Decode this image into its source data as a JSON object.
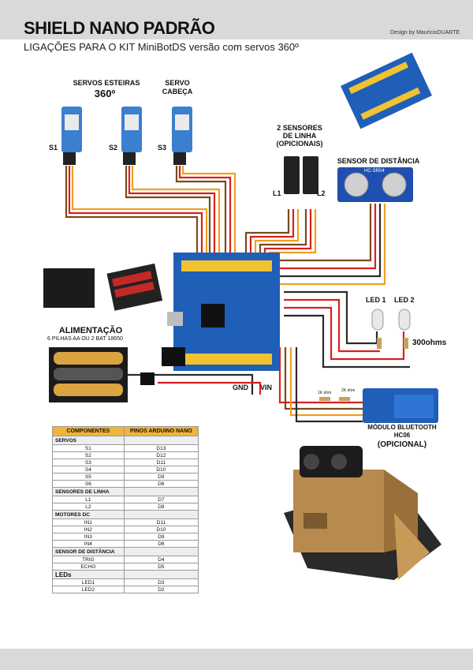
{
  "title": "SHIELD NANO PADRÃO",
  "subtitle": "LIGAÇÕES PARA O KIT MiniBotDS versão com servos 360º",
  "credit": "Design by MauricioDUARTE",
  "labels": {
    "servos_esteiras": "SERVOS ESTEIRAS",
    "servos_360": "360º",
    "servo_cabeca_1": "SERVO",
    "servo_cabeca_2": "CABEÇA",
    "s1": "S1",
    "s2": "S2",
    "s3": "S3",
    "sensores_linha_1": "2 SENSORES",
    "sensores_linha_2": "DE LINHA",
    "sensores_linha_3": "(OPICIONAIS)",
    "l1": "L1",
    "l2": "L2",
    "sensor_distancia": "SENSOR DE DISTÂNCIA",
    "hc_sr04": "HC-SR04",
    "led1": "LED 1",
    "led2": "LED 2",
    "resistor_leds": "300ohms",
    "alimentacao": "ALIMENTAÇÃO",
    "alimentacao_sub": "6 PILHAS AA OU 2 BAT 18650",
    "gnd": "GND",
    "vin": "VIN",
    "r1k": "1K ohm",
    "r2k": "2K ohm",
    "bt_1": "MÓDULO BLUETOOTH",
    "bt_2": "HC06",
    "bt_3": "(OPICIONAL)"
  },
  "table": {
    "header": [
      "COMPONENTES",
      "PINOS ARDUINO NANO"
    ],
    "sections": [
      {
        "name": "SERVOS",
        "rows": [
          [
            "S1",
            "D13"
          ],
          [
            "S2",
            "D12"
          ],
          [
            "S3",
            "D11"
          ],
          [
            "S4",
            "D10"
          ],
          [
            "S5",
            "D9"
          ],
          [
            "S6",
            "D6"
          ]
        ]
      },
      {
        "name": "SENSORES DE LINHA",
        "rows": [
          [
            "L1",
            "D7"
          ],
          [
            "L2",
            "D8"
          ]
        ]
      },
      {
        "name": "MOTORES DC",
        "rows": [
          [
            "IN1",
            "D11"
          ],
          [
            "IN2",
            "D10"
          ],
          [
            "IN3",
            "D9"
          ],
          [
            "IN4",
            "D6"
          ]
        ]
      },
      {
        "name": "SENSOR DE DISTÂNCIA",
        "rows": [
          [
            "TRIG",
            "D4"
          ],
          [
            "ECHO",
            "D5"
          ]
        ]
      },
      {
        "name": "LEDs",
        "big": true,
        "rows": [
          [
            "LED1",
            "D3"
          ],
          [
            "LED2",
            "D2"
          ]
        ]
      }
    ]
  },
  "colors": {
    "bar": "#d9d9d9",
    "board": "#1f5fb8",
    "header": "#f1b43a",
    "wood": "#b98a4e"
  }
}
